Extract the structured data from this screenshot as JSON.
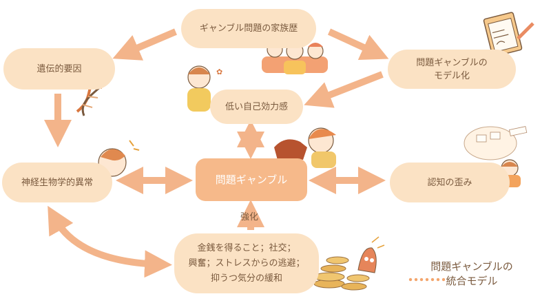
{
  "nodes": {
    "family_history": "ギャンブル問題の家族歴",
    "genetic_factors": "遺伝的要因",
    "modeling": "問題ギャンブルの\nモデル化",
    "low_self_efficacy": "低い自己効力感",
    "neurobiological": "神経生物学的異常",
    "problem_gambling": "問題ギャンブル",
    "cognitive_distortion": "認知の歪み",
    "rewards": "金銭を得ること；社交；\n興奮；ストレスからの逃避；\n抑うつ気分の緩和"
  },
  "edge_labels": {
    "reinforcement": "強化"
  },
  "figure_title": "問題ギャンブルの\n統合モデル",
  "colors": {
    "node_fill": "#fbe2c4",
    "center_fill": "#f6b98a",
    "arrow": "#f3b48a",
    "text": "#7a5a3e"
  },
  "illustration_icons": [
    "family-illustration-icon",
    "clipboard-icon",
    "dna-icon",
    "worried-person-icon",
    "horse-racing-icon",
    "brain-head-icon",
    "thought-cloud-icon",
    "coins-icon"
  ]
}
